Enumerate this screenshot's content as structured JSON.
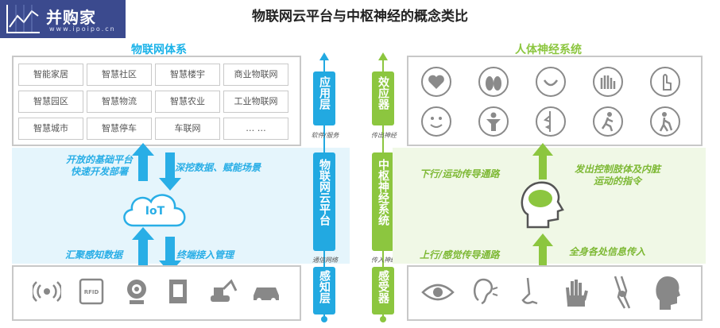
{
  "logo": {
    "brand": "并购家",
    "url": "www.ipoipo.cn"
  },
  "title": "物联网云平台与中枢神经的概念类比",
  "left": {
    "heading": "物联网体系",
    "apps": [
      "智能家居",
      "智慧社区",
      "智慧楼宇",
      "商业物联网",
      "智慧园区",
      "智慧物流",
      "智慧农业",
      "工业物联网",
      "智慧城市",
      "智慧停车",
      "车联网",
      "… …"
    ],
    "up_left": "开放的基础平台\n快速开发部署",
    "up_right": "深挖数据、赋能场景",
    "iot": "IoT",
    "down_left": "汇聚感知数据",
    "down_right": "终端接入管理",
    "devices": [
      "signal-icon",
      "rfid-icon",
      "camera-icon",
      "meter-icon",
      "excavator-icon",
      "car-icon"
    ],
    "rfid_text": "RFID"
  },
  "center_left": {
    "app_layer": "应用层",
    "cloud": "物联网云平台",
    "sense_layer": "感知层",
    "upper_note": "软件/服务",
    "lower_note": "通信网络"
  },
  "center_right": {
    "effector": "效应器",
    "cns": "中枢神经系统",
    "receptor": "感受器",
    "upper_note": "传出神经",
    "lower_note": "传入神经"
  },
  "right": {
    "heading": "人体神经系统",
    "effector_icons": [
      "heart-icon",
      "lungs-icon",
      "smile-icon",
      "hands-icon",
      "touch-icon",
      "face-icon",
      "body-icon",
      "profile-icon",
      "runner-icon",
      "walker-icon"
    ],
    "down_left": "下行/运动传导通路",
    "down_right": "发出控制肢体及内脏\n运动的指令",
    "up_left": "上行/感觉传导通路",
    "up_right": "全身各处信息传入",
    "sense_icons": [
      "eye-icon",
      "ear-icon",
      "nose-icon",
      "hand-icon",
      "leg-icon",
      "head-icon"
    ]
  },
  "colors": {
    "blue": "#22a9e1",
    "green": "#8cc63f",
    "logo": "#3b4a8e"
  }
}
